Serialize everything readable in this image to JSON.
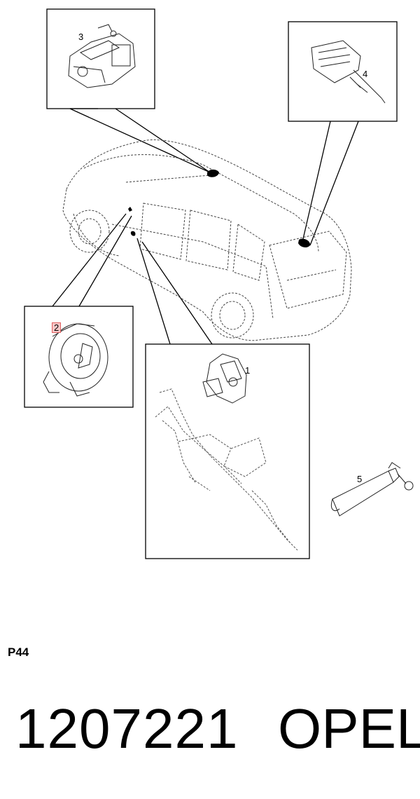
{
  "callouts": {
    "c1": "1",
    "c2": "2",
    "c3": "3",
    "c4": "4",
    "c5": "5"
  },
  "footer": {
    "page_label": "P44",
    "part_number": "1207221",
    "brand": "OPEL"
  },
  "colors": {
    "line": "#000000",
    "highlight": "#f6c7c7"
  }
}
